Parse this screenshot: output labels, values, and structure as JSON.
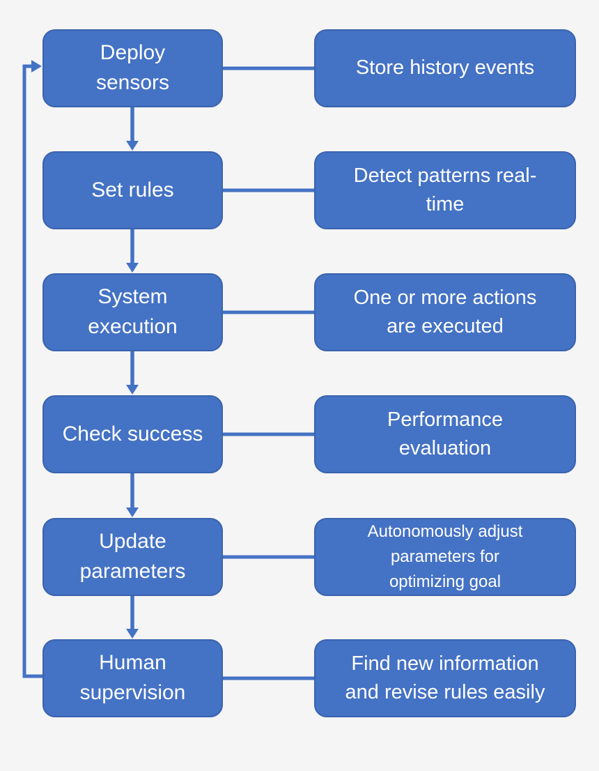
{
  "diagram": {
    "colors": {
      "background": "#f5f5f6",
      "box_fill": "#4472c4",
      "box_border": "#3a63ad",
      "connector": "#4472c4",
      "text": "#ffffff"
    },
    "rows": [
      {
        "left": "Deploy\nsensors",
        "right": "Store history events"
      },
      {
        "left": "Set rules",
        "right": "Detect patterns real-\ntime"
      },
      {
        "left": "System\nexecution",
        "right": "One or more actions\nare executed"
      },
      {
        "left": "Check success",
        "right": "Performance\nevaluation"
      },
      {
        "left": "Update\nparameters",
        "right": "Autonomously adjust\nparameters for\noptimizing goal"
      },
      {
        "left": "Human\nsupervision",
        "right": "Find new information\nand revise rules easily"
      }
    ],
    "flow": {
      "vertical_arrows": [
        "Deploy sensors -> Set rules",
        "Set rules -> System execution",
        "System execution -> Check success",
        "Check success -> Update parameters",
        "Update parameters -> Human supervision"
      ],
      "lateral_links": [
        "Deploy sensors - Store history events",
        "Set rules - Detect patterns real-time",
        "System execution - One or more actions are executed",
        "Check success - Performance evaluation",
        "Update parameters - Autonomously adjust parameters for optimizing goal",
        "Human supervision - Find new information and revise rules easily"
      ],
      "feedback_loop": "Human supervision -> Deploy sensors"
    }
  }
}
